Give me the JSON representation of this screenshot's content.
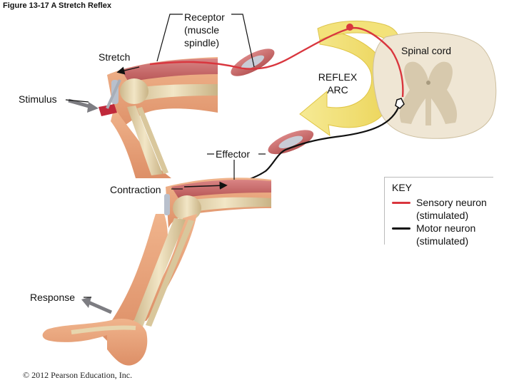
{
  "figure_title": "Figure 13-17  A Stretch Reflex",
  "labels": {
    "receptor": "Receptor (muscle spindle)",
    "stretch": "Stretch",
    "stimulus": "Stimulus",
    "spinal_cord": "Spinal cord",
    "reflex_arc": "REFLEX ARC",
    "effector": "Effector",
    "contraction": "Contraction",
    "response": "Response"
  },
  "key": {
    "title": "KEY",
    "items": [
      {
        "label": "Sensory neuron (stimulated)",
        "color": "#d9363e"
      },
      {
        "label": "Motor neuron (stimulated)",
        "color": "#111111"
      }
    ]
  },
  "copyright": "© 2012 Pearson Education, Inc.",
  "colors": {
    "sensory": "#d9363e",
    "motor": "#111111",
    "arc": "#f3e27a",
    "muscle": "#cc6b6b",
    "skin": "#e8a47c",
    "bone": "#e7d5ad",
    "cord_white": "#eee6d6",
    "cord_gray": "#d5c8b0"
  }
}
